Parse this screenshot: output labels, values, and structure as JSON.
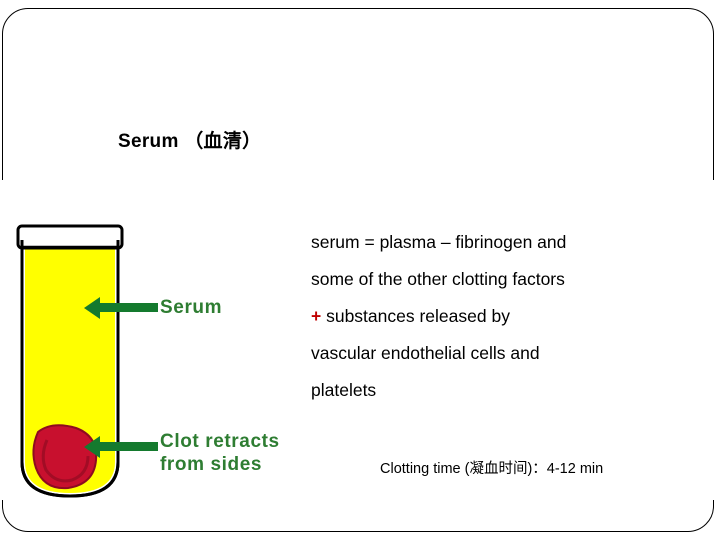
{
  "slide": {
    "title": "Serum （血清）",
    "body_lines": [
      "serum = plasma – fibrinogen and",
      "some of the other clotting factors",
      "+ substances released by",
      "vascular endothelial cells and",
      "platelets"
    ],
    "body_line1": "serum = plasma – fibrinogen and",
    "body_line2": "some of the other clotting factors",
    "body_line3_plus": "+",
    "body_line3_rest": " substances released by",
    "body_line4": "vascular endothelial cells and",
    "body_line5": "platelets",
    "clotting_time": "Clotting time (凝血时间)：4-12 min"
  },
  "diagram": {
    "label_serum": "Serum",
    "label_clot": "Clot retracts\nfrom sides",
    "colors": {
      "serum_fill": "#ffff00",
      "clot_fill": "#c8102e",
      "clot_shadow": "#8e0b20",
      "arrow_green": "#147a2e",
      "label_green": "#2e7d32",
      "tube_outline": "#000000",
      "plus_red": "#c00000"
    }
  }
}
